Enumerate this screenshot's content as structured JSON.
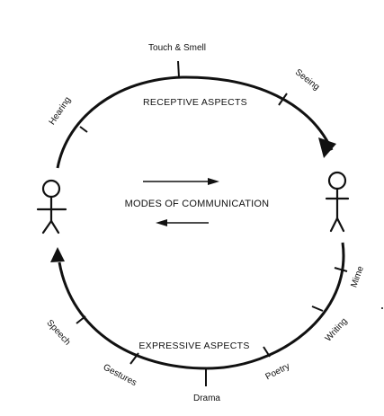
{
  "diagram": {
    "center_title": "MODES OF COMMUNICATION",
    "receptive_label": "RECEPTIVE ASPECTS",
    "expressive_label": "EXPRESSIVE ASPECTS",
    "receptive_modes": [
      "Hearing",
      "Touch & Smell",
      "Seeing"
    ],
    "expressive_modes": [
      "Mime",
      "Writing",
      "Poetry",
      "Drama",
      "Gestures",
      "Speech"
    ],
    "colors": {
      "ink": "#111111",
      "background": "#ffffff"
    }
  }
}
